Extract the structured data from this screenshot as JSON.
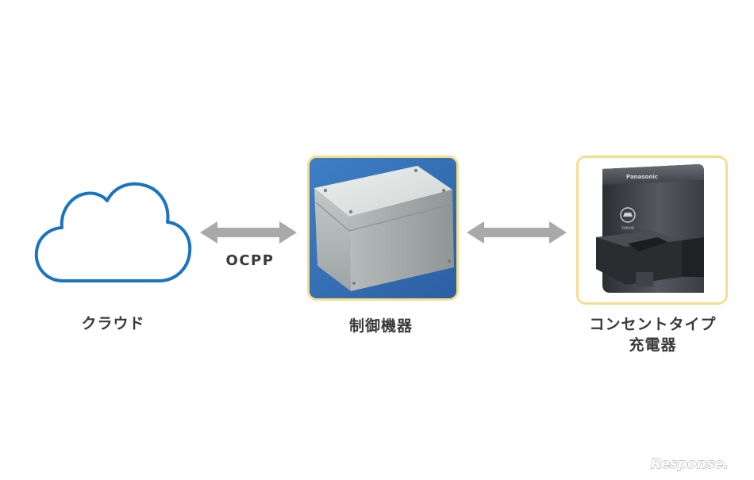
{
  "nodes": {
    "cloud": {
      "label": "クラウド",
      "icon": "cloud-icon",
      "color": "#1b74c2"
    },
    "controller": {
      "label": "制御機器"
    },
    "charger": {
      "label_line1": "コンセントタイプ",
      "label_line2": "充電器",
      "brand": "Panasonic",
      "badge": "200V/6"
    }
  },
  "connections": [
    {
      "from": "cloud",
      "to": "controller",
      "label": "OCPP"
    },
    {
      "from": "controller",
      "to": "charger",
      "label": ""
    }
  ],
  "watermark": {
    "text": "Response."
  },
  "colors": {
    "arrow": "#a9a9a9",
    "frame_border": "#f4de8e",
    "text": "#3a3a3a"
  }
}
